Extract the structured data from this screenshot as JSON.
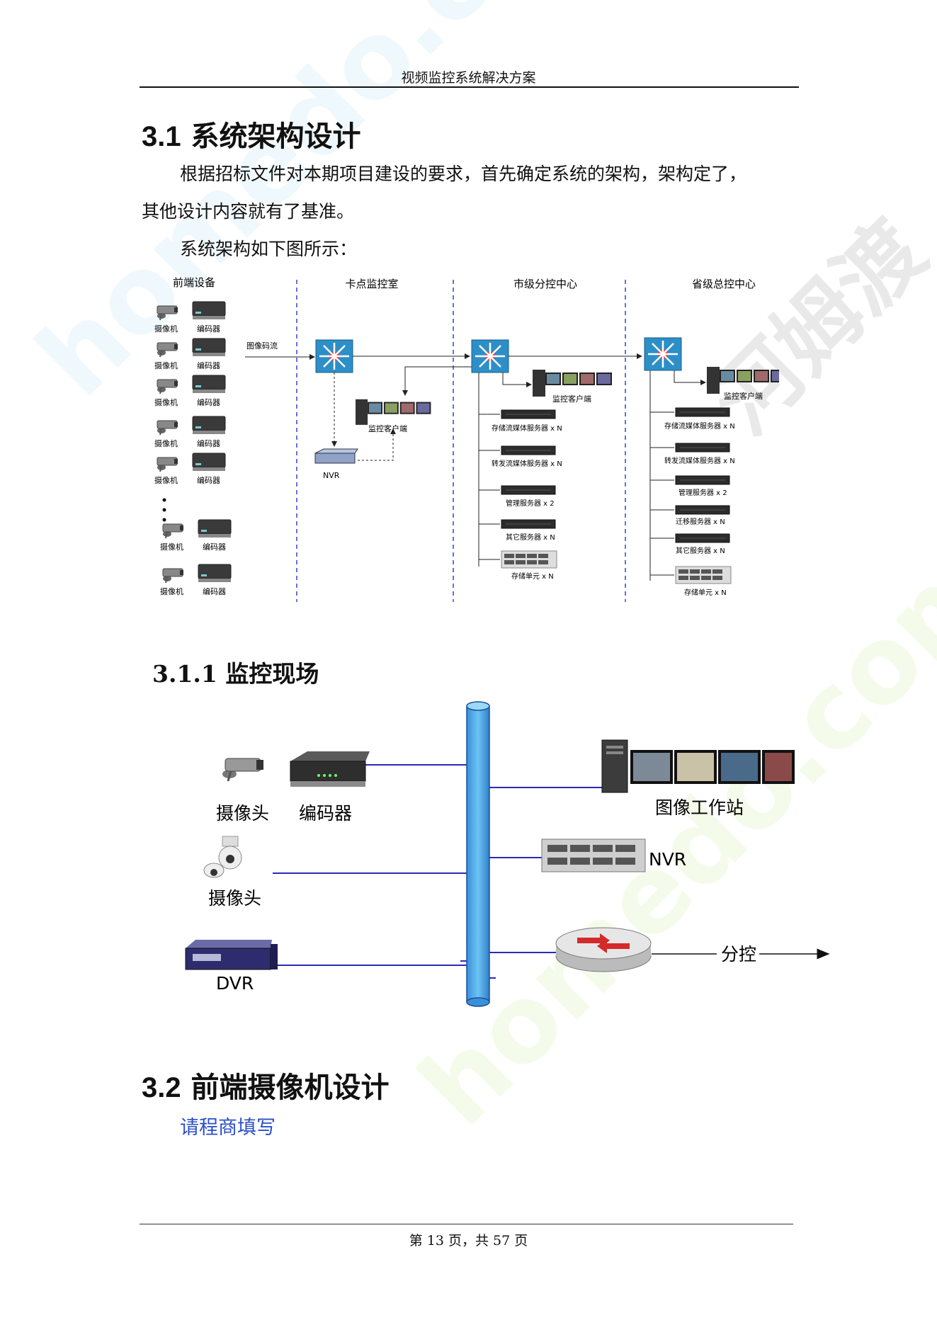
{
  "header": {
    "title": "视频监控系统解决方案"
  },
  "section31": {
    "number": "3.1",
    "title": "系统架构设计",
    "para1_line1": "根据招标文件对本期项目建设的要求，首先确定系统的架构，架构定了，",
    "para1_line2": "其他设计内容就有了基准。",
    "para2": "系统架构如下图所示："
  },
  "diagram1": {
    "col_front": "前端设备",
    "col_checkpoint": "卡点监控室",
    "col_city": "市级分控中心",
    "col_province": "省级总控中心",
    "camera": "摄像机",
    "encoder": "编码器",
    "stream": "图像码流",
    "client": "监控客户端",
    "nvr": "NVR",
    "storage_media": "存储流媒体服务器 x N",
    "forward_media": "转发流媒体服务器 x N",
    "mgmt": "管理服务器 x 2",
    "migrate": "迁移服务器 x N",
    "other": "其它服务器 x N",
    "storage_unit": "存储单元 x N"
  },
  "section311": {
    "number": "3.1.1",
    "title": "监控现场"
  },
  "diagram2": {
    "camera": "摄像头",
    "encoder": "编码器",
    "dome_camera": "摄像头",
    "dvr": "DVR",
    "workstation": "图像工作站",
    "nvr": "NVR",
    "branch": "分控"
  },
  "section32": {
    "number": "3.2",
    "title": "前端摄像机设计",
    "placeholder": "请程商填写"
  },
  "footer": {
    "page_text": "第 13 页，共 57 页"
  },
  "watermarks": [
    "homedo.com",
    "homedo.com",
    "河姆渡"
  ]
}
